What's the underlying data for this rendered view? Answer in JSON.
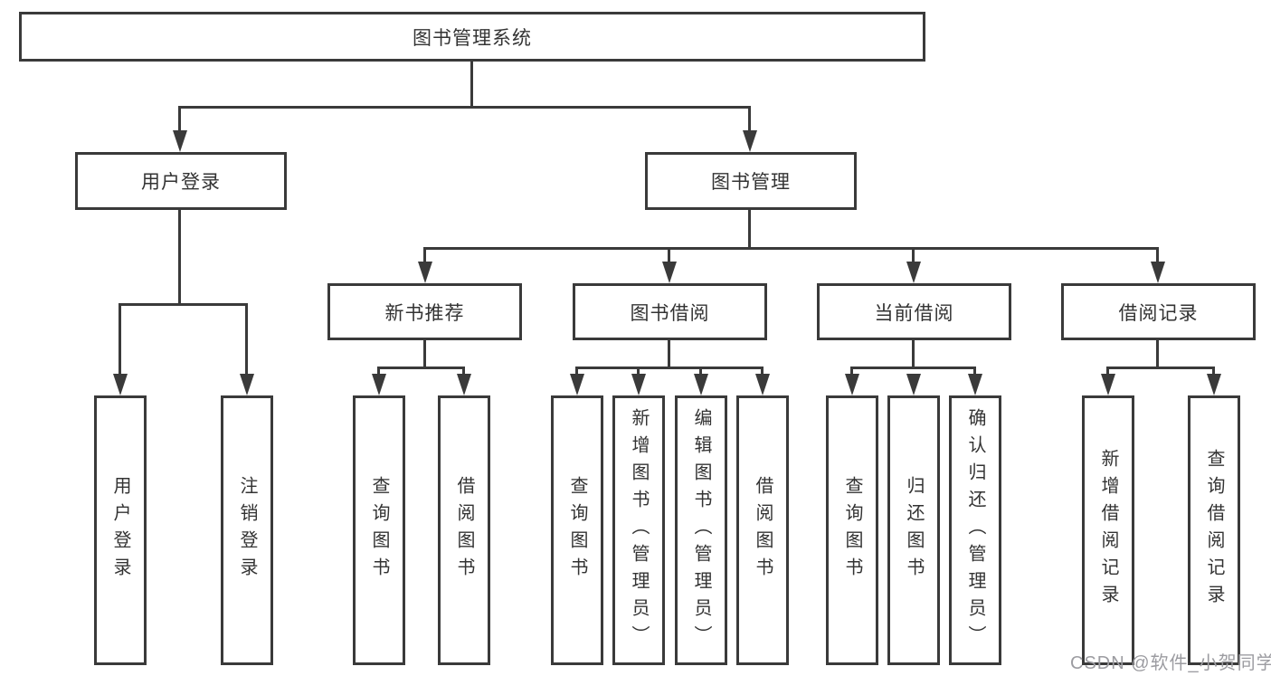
{
  "tree": {
    "root": {
      "label": "图书管理系统"
    },
    "branches": [
      {
        "label": "用户登录",
        "children": [
          {
            "label": "用户登录"
          },
          {
            "label": "注销登录"
          }
        ]
      },
      {
        "label": "图书管理",
        "children": [
          {
            "label": "新书推荐",
            "children": [
              {
                "label": "查询图书"
              },
              {
                "label": "借阅图书"
              }
            ]
          },
          {
            "label": "图书借阅",
            "children": [
              {
                "label": "查询图书"
              },
              {
                "label": "新增图书（管理员）"
              },
              {
                "label": "编辑图书（管理员）"
              },
              {
                "label": "借阅图书"
              }
            ]
          },
          {
            "label": "当前借阅",
            "children": [
              {
                "label": "查询图书"
              },
              {
                "label": "归还图书"
              },
              {
                "label": "确认归还（管理员）"
              }
            ]
          },
          {
            "label": "借阅记录",
            "children": [
              {
                "label": "新增借阅记录"
              },
              {
                "label": "查询借阅记录"
              }
            ]
          }
        ]
      }
    ]
  },
  "watermark": "CSDN @软件_小贺同学",
  "colors": {
    "line": "#3a3a3a",
    "text": "#333333",
    "box_background": "#ffffff",
    "watermark": "#9c9ca1"
  }
}
